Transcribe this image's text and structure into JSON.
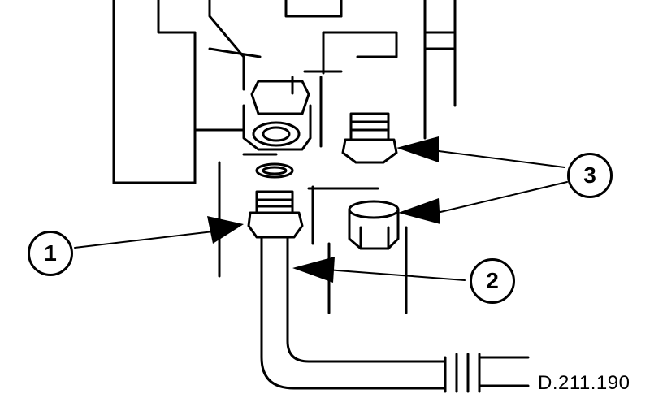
{
  "callouts": {
    "c1": "1",
    "c2": "2",
    "c3": "3"
  },
  "reference": "D.211.190",
  "colors": {
    "ink": "#000000",
    "paper": "#ffffff"
  }
}
